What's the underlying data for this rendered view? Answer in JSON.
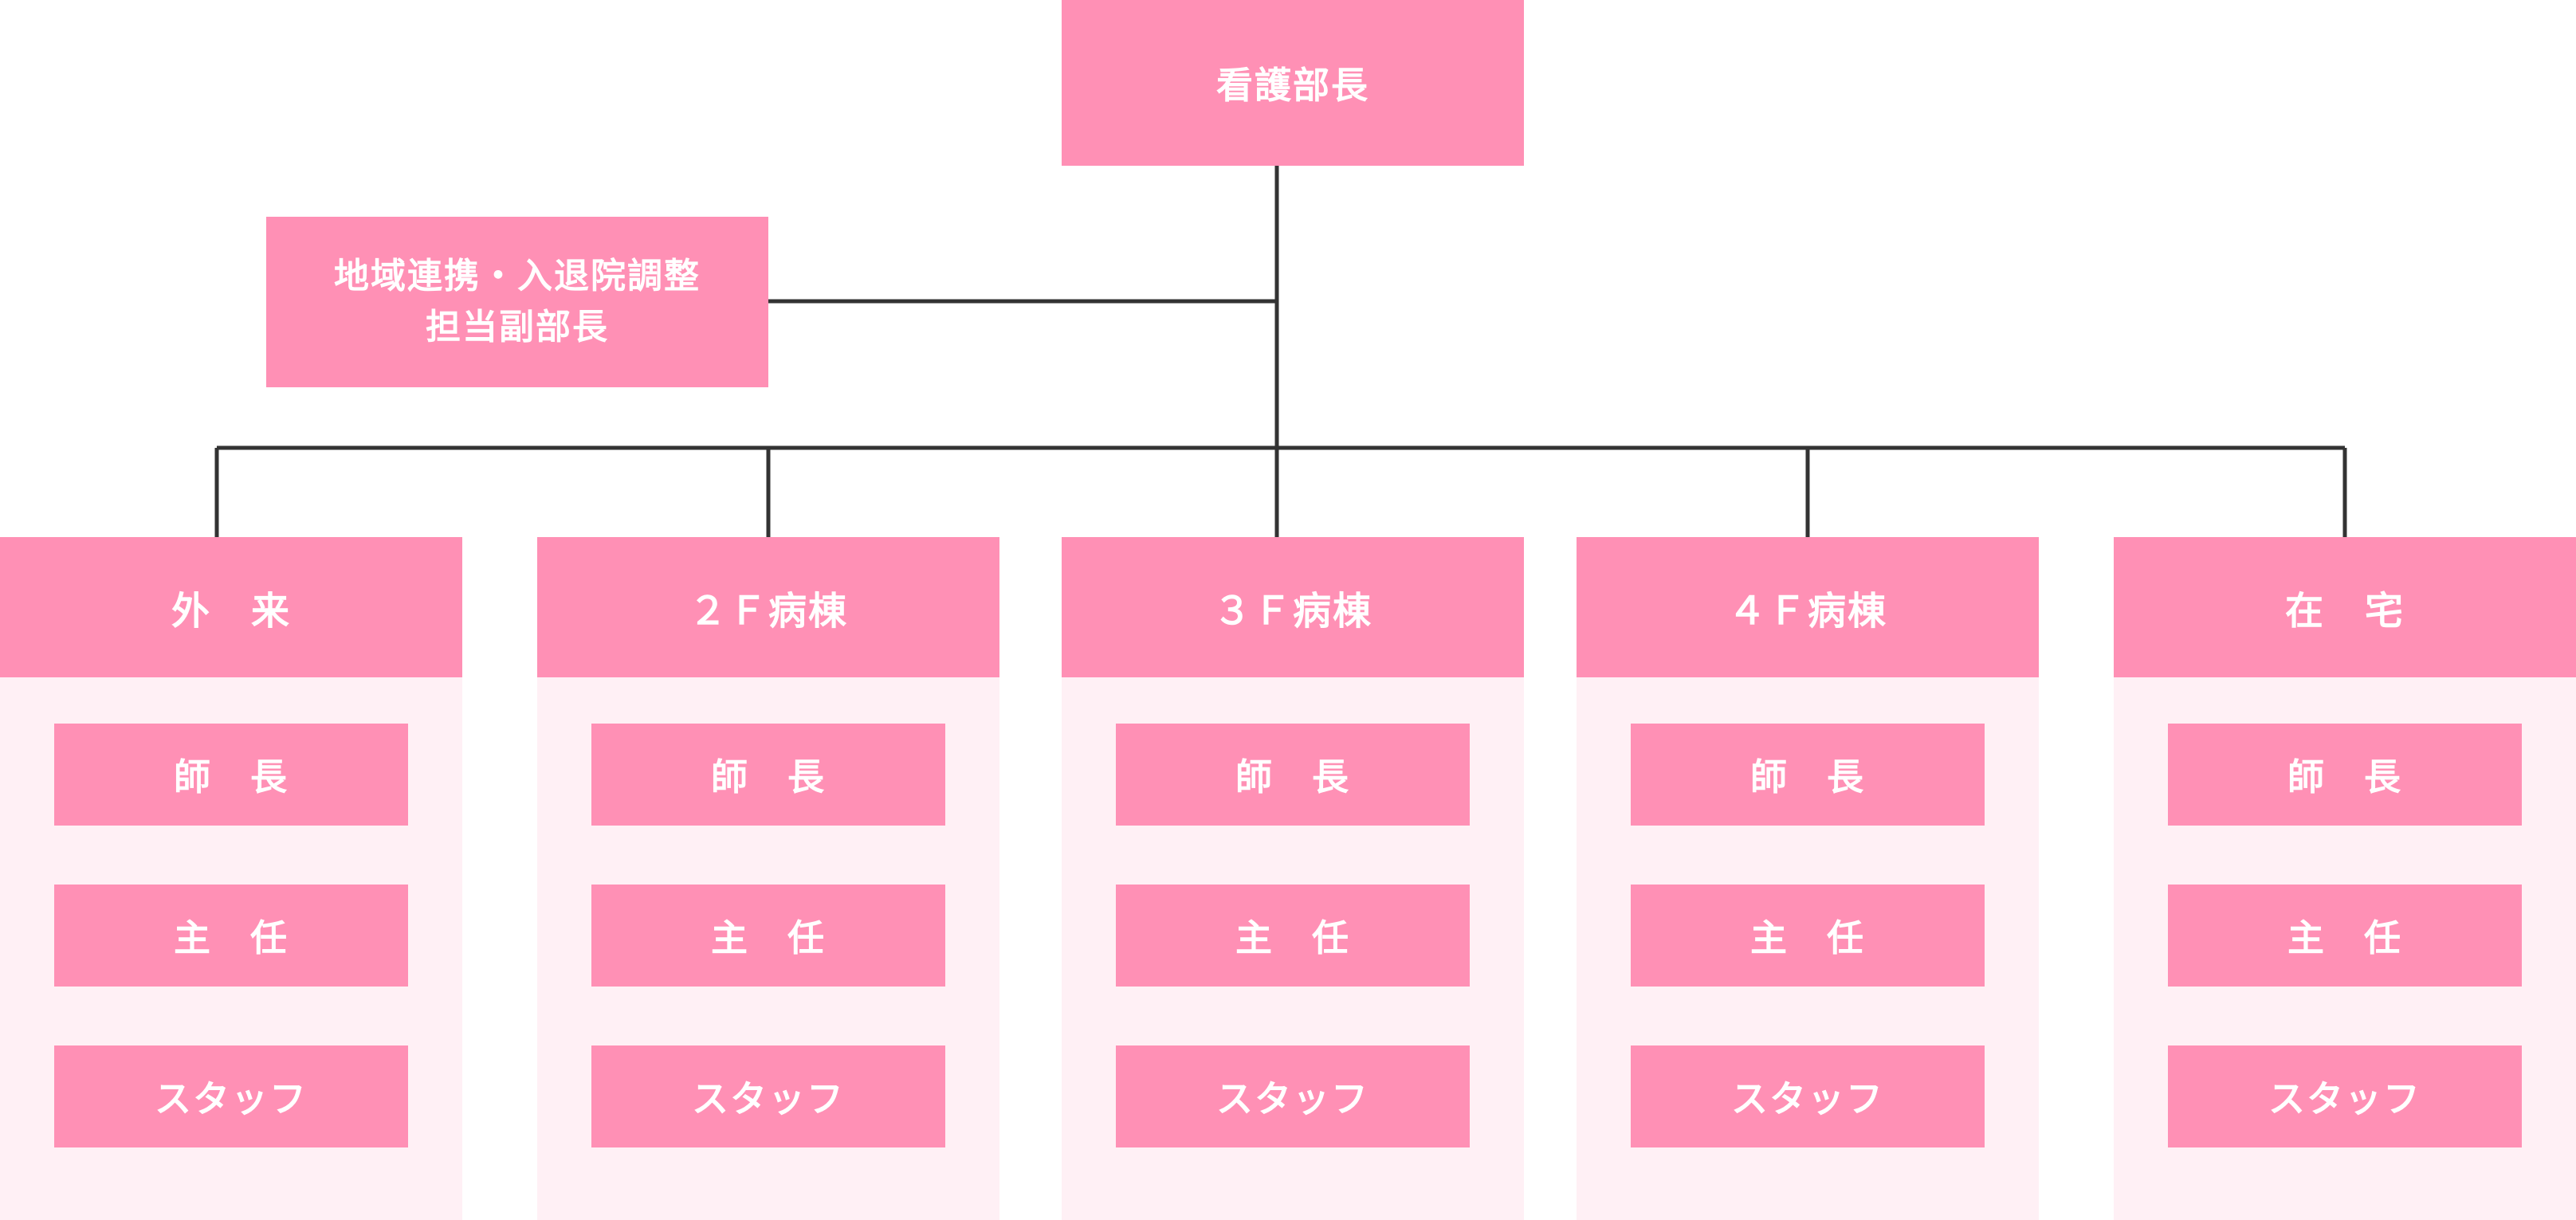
{
  "org": {
    "head": "看護部長",
    "vice_line1": "地域連携・入退院調整",
    "vice_line2": "担当副部長",
    "departments": [
      {
        "name": "外　来",
        "roles": [
          "師　長",
          "主　任",
          "スタッフ"
        ]
      },
      {
        "name": "２Ｆ病棟",
        "roles": [
          "師　長",
          "主　任",
          "スタッフ"
        ]
      },
      {
        "name": "３Ｆ病棟",
        "roles": [
          "師　長",
          "主　任",
          "スタッフ"
        ]
      },
      {
        "name": "４Ｆ病棟",
        "roles": [
          "師　長",
          "主　任",
          "スタッフ"
        ]
      },
      {
        "name": "在　宅",
        "roles": [
          "師　長",
          "主　任",
          "スタッフ"
        ]
      }
    ]
  },
  "colors": {
    "box": "#ff90b5",
    "column_bg": "#fff0f5",
    "line": "#333333",
    "text": "#ffffff"
  }
}
